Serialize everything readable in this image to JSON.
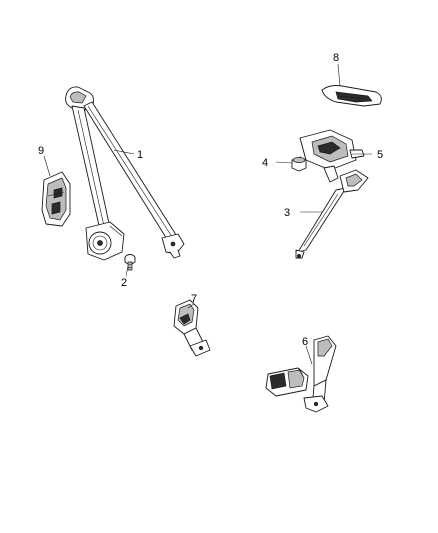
{
  "callouts": {
    "c1": "1",
    "c2": "2",
    "c3": "3",
    "c4": "4",
    "c5": "5",
    "c6": "6",
    "c7": "7",
    "c8": "8",
    "c9": "9"
  },
  "parts": [
    {
      "callout": "1",
      "icon": "seat-belt-retractor-assembly-icon"
    },
    {
      "callout": "2",
      "icon": "bolt-icon"
    },
    {
      "callout": "3",
      "icon": "height-adjuster-rail-icon"
    },
    {
      "callout": "4",
      "icon": "knob-cap-icon"
    },
    {
      "callout": "5",
      "icon": "d-ring-guide-icon"
    },
    {
      "callout": "6",
      "icon": "center-buckle-assembly-icon"
    },
    {
      "callout": "7",
      "icon": "seat-belt-buckle-icon"
    },
    {
      "callout": "8",
      "icon": "headliner-bezel-icon"
    },
    {
      "callout": "9",
      "icon": "trim-bezel-icon"
    }
  ]
}
